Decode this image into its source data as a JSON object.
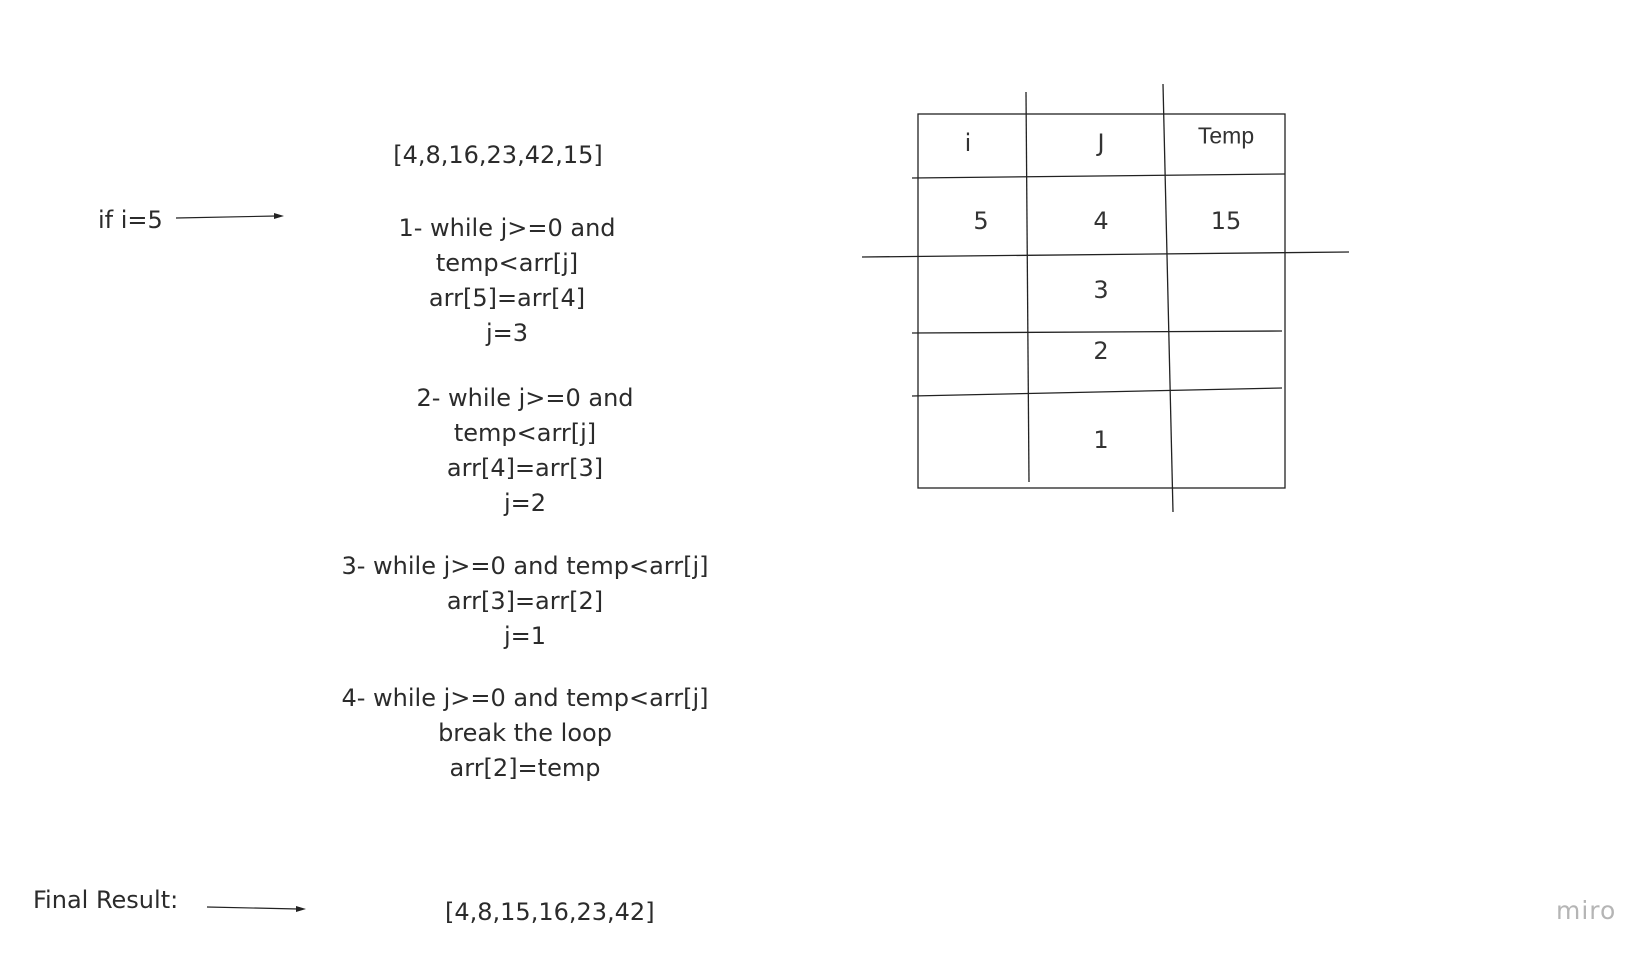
{
  "condition_label": "if i=5",
  "initial_array": "[4,8,16,23,42,15]",
  "steps": [
    {
      "lines": [
        "1- while j>=0 and",
        "temp<arr[j]",
        "arr[5]=arr[4]",
        "j=3"
      ]
    },
    {
      "lines": [
        "2- while j>=0 and",
        "temp<arr[j]",
        "arr[4]=arr[3]",
        "j=2"
      ]
    },
    {
      "lines": [
        "3- while j>=0 and temp<arr[j]",
        "arr[3]=arr[2]",
        "j=1"
      ]
    },
    {
      "lines": [
        "4- while j>=0 and temp<arr[j]",
        "break the loop",
        "arr[2]=temp"
      ]
    }
  ],
  "table": {
    "headers": [
      "i",
      "J",
      "Temp"
    ],
    "rows": [
      [
        "5",
        "4",
        "15"
      ],
      [
        "",
        "3",
        ""
      ],
      [
        "",
        "2",
        ""
      ],
      [
        "",
        "1",
        ""
      ]
    ]
  },
  "final_label": "Final Result:",
  "final_array": "[4,8,15,16,23,42]",
  "watermark": "miro"
}
